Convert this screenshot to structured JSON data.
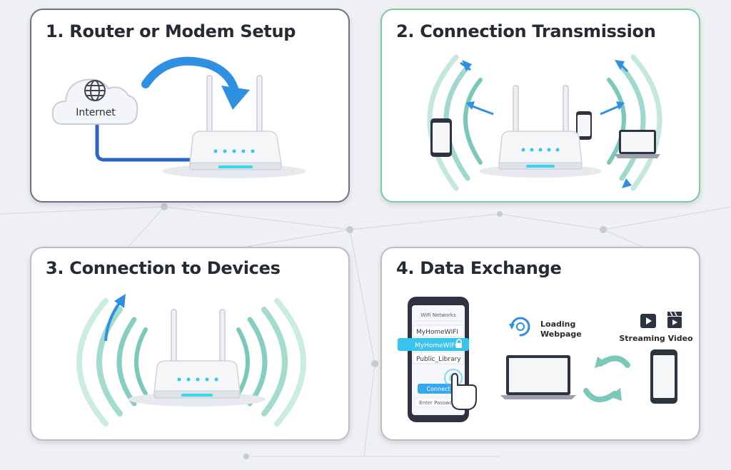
{
  "panels": {
    "router_setup": {
      "title": "1. Router or Modem Setup",
      "cloud_label": "Internet"
    },
    "transmission": {
      "title": "2. Connection Transmission"
    },
    "devices": {
      "title": "3. Connection to Devices"
    },
    "data_exchange": {
      "title": "4. Data Exchange",
      "phone": {
        "header": "WiFi Networks",
        "networks": [
          "MyHomeWIFI",
          "MyHomeWIFI",
          "Public_Library"
        ],
        "selected_index": 1,
        "connect_button": "Connect",
        "password_field": "Enter Password"
      },
      "loading_label_line1": "Loading",
      "loading_label_line2": "Webpage",
      "streaming_label": "Streaming Video"
    }
  },
  "colors": {
    "panel_border_dark": "#6b7380",
    "panel_border_green": "#7cc9a4",
    "accent_blue": "#2f8fe0",
    "wave_teal": "#7cc8b8",
    "router_light": "#37d6f0",
    "highlight": "#38c4ee"
  }
}
